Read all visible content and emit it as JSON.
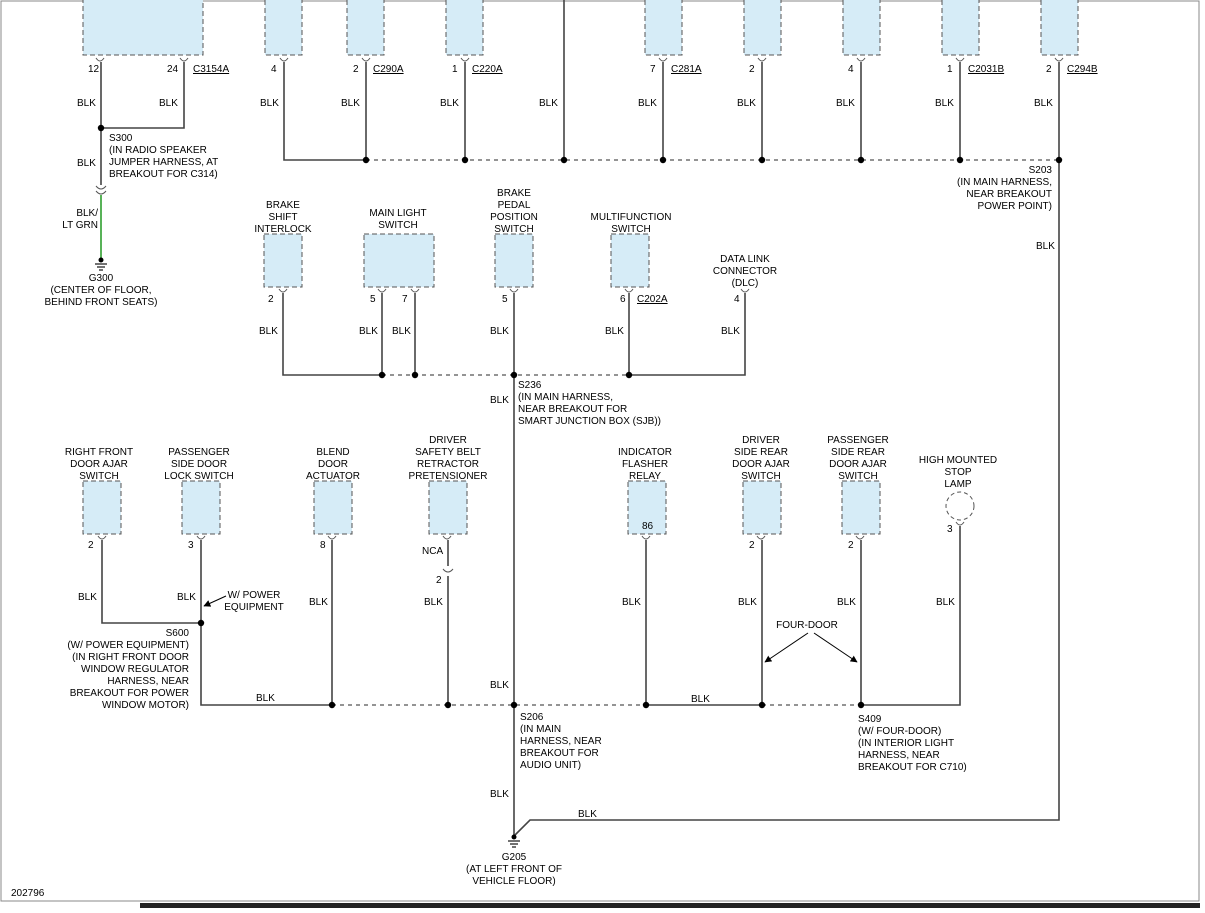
{
  "figure_id": "202796",
  "colors": {
    "wire": "#444444",
    "wire_green": "#2e9e2e",
    "component_fill": "#d6ecf7"
  },
  "top": {
    "pins": {
      "c3154a_12": "12",
      "c3154a_24": "24",
      "p_4": "4",
      "c290a_2": "2",
      "c220a_1": "1",
      "c281a_7": "7",
      "p_2": "2",
      "p_4b": "4",
      "c2031b_1": "1",
      "c294b_2": "2"
    },
    "connectors": {
      "c3154a": "C3154A",
      "c290a": "C290A",
      "c220a": "C220A",
      "c281a": "C281A",
      "c2031b": "C2031B",
      "c294b": "C294B"
    },
    "wire": "BLK",
    "s300": [
      "S300",
      "(IN RADIO SPEAKER",
      "JUMPER HARNESS, AT",
      "BREAKOUT FOR C314)"
    ],
    "blk_lt_grn": [
      "BLK/",
      "LT GRN"
    ],
    "g300": [
      "G300",
      "(CENTER OF FLOOR,",
      "BEHIND FRONT SEATS)"
    ],
    "s203": [
      "S203",
      "(IN MAIN HARNESS,",
      "NEAR BREAKOUT",
      "POWER POINT)"
    ]
  },
  "middle": {
    "brake_shift": [
      "BRAKE",
      "SHIFT",
      "INTERLOCK"
    ],
    "main_light": [
      "MAIN LIGHT",
      "SWITCH"
    ],
    "brake_pedal": [
      "BRAKE",
      "PEDAL",
      "POSITION",
      "SWITCH"
    ],
    "multifunction": [
      "MULTIFUNCTION",
      "SWITCH"
    ],
    "dlc": [
      "DATA LINK",
      "CONNECTOR",
      "(DLC)"
    ],
    "pins": {
      "bsi": "2",
      "mls_5": "5",
      "mls_7": "7",
      "bpp": "5",
      "mfs": "6",
      "dlc": "4"
    },
    "c202a": "C202A",
    "s236": [
      "S236",
      "(IN MAIN HARNESS,",
      "NEAR BREAKOUT FOR",
      "SMART JUNCTION BOX (SJB))"
    ]
  },
  "bottom": {
    "rf_door": [
      "RIGHT FRONT",
      "DOOR AJAR",
      "SWITCH"
    ],
    "ps_lock": [
      "PASSENGER",
      "SIDE DOOR",
      "LOCK SWITCH"
    ],
    "blend": [
      "BLEND",
      "DOOR",
      "ACTUATOR"
    ],
    "belt": [
      "DRIVER",
      "SAFETY BELT",
      "RETRACTOR",
      "PRETENSIONER"
    ],
    "flasher": [
      "INDICATOR",
      "FLASHER",
      "RELAY"
    ],
    "dsr_door": [
      "DRIVER",
      "SIDE REAR",
      "DOOR AJAR",
      "SWITCH"
    ],
    "psr_door": [
      "PASSENGER",
      "SIDE REAR",
      "DOOR AJAR",
      "SWITCH"
    ],
    "hmsl": [
      "HIGH MOUNTED",
      "STOP",
      "LAMP"
    ],
    "pins": {
      "rf": "2",
      "ps": "3",
      "blend": "8",
      "belt": "2",
      "flasher": "86",
      "dsr": "2",
      "psr": "2",
      "hmsl": "3"
    },
    "nca": "NCA",
    "w_power": [
      "W/ POWER",
      "EQUIPMENT"
    ],
    "s600": [
      "S600",
      "(W/ POWER EQUIPMENT)",
      "(IN RIGHT FRONT DOOR",
      "WINDOW REGULATOR",
      "HARNESS, NEAR",
      "BREAKOUT FOR POWER",
      "WINDOW MOTOR)"
    ],
    "four_door": "FOUR-DOOR",
    "s206": [
      "S206",
      "(IN MAIN",
      "HARNESS, NEAR",
      "BREAKOUT FOR",
      "AUDIO UNIT)"
    ],
    "s409": [
      "S409",
      "(W/ FOUR-DOOR)",
      "(IN INTERIOR LIGHT",
      "HARNESS, NEAR",
      "BREAKOUT FOR C710)"
    ],
    "g205": [
      "G205",
      "(AT LEFT FRONT OF",
      "VEHICLE FLOOR)"
    ]
  }
}
